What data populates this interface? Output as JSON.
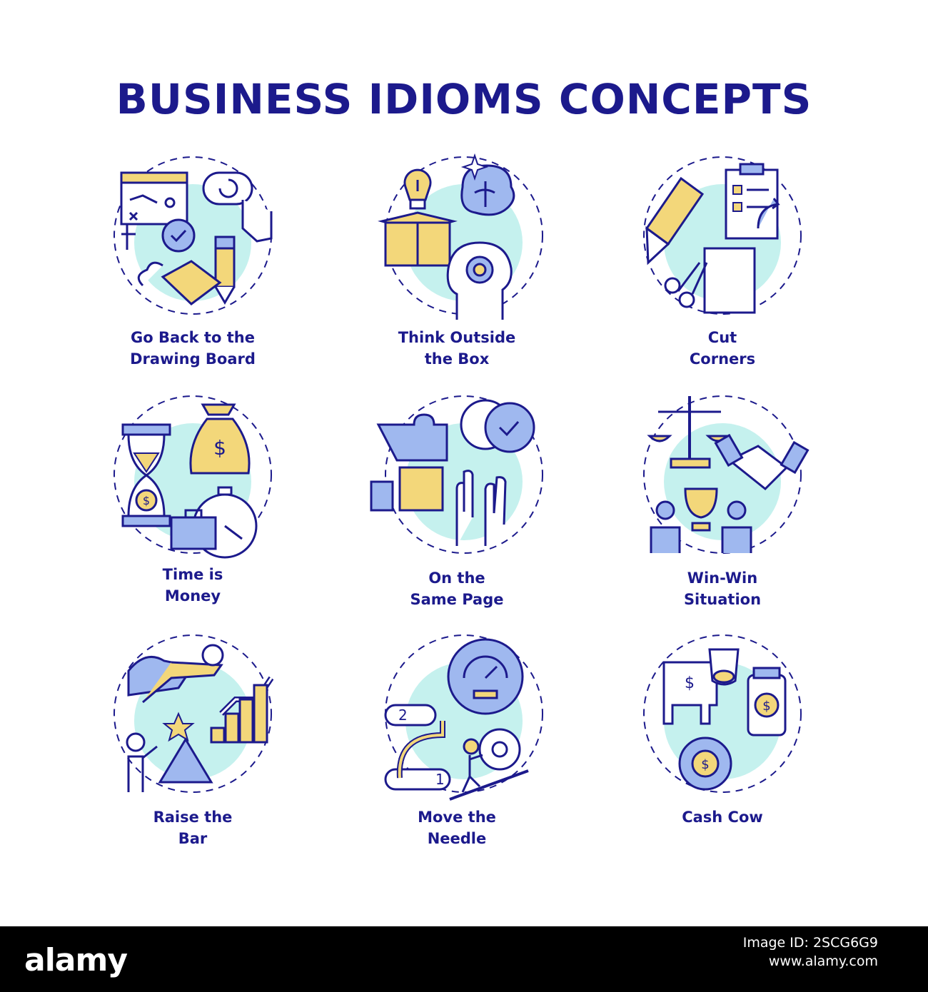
{
  "title": "BUSINESS IDIOMS CONCEPTS",
  "colors": {
    "navy": "#1c1a8c",
    "yellow": "#f3d77a",
    "blue": "#9fb8ef",
    "mint": "#c5f1ee"
  },
  "concepts": [
    {
      "line1": "Go Back to the",
      "line2": "Drawing Board",
      "icon": "drawing-board-icon"
    },
    {
      "line1": "Think Outside",
      "line2": "the Box",
      "icon": "lightbulb-box-icon"
    },
    {
      "line1": "Cut",
      "line2": "Corners",
      "icon": "scissors-paper-icon"
    },
    {
      "line1": "Time is",
      "line2": "Money",
      "icon": "hourglass-money-icon"
    },
    {
      "line1": "On the",
      "line2": "Same Page",
      "icon": "puzzle-agreement-icon"
    },
    {
      "line1": "Win-Win",
      "line2": "Situation",
      "icon": "handshake-trophy-icon"
    },
    {
      "line1": "Raise the",
      "line2": "Bar",
      "icon": "superhero-growth-icon"
    },
    {
      "line1": "Move the",
      "line2": "Needle",
      "icon": "gauge-gears-icon"
    },
    {
      "line1": "Cash Cow",
      "line2": "",
      "icon": "cow-money-icon"
    }
  ],
  "icon_glyphs": {
    "dollar": "$",
    "step1": "1",
    "step2": "2"
  },
  "footer": {
    "logo": "alamy",
    "image_id": "Image ID: 2SCG6G9",
    "site": "www.alamy.com"
  }
}
